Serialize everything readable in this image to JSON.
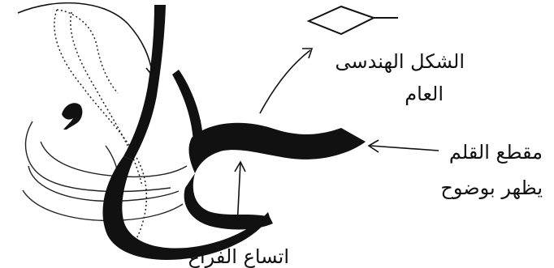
{
  "labels": {
    "geometric_shape_line1": "الشكل الهندسى",
    "geometric_shape_line2": "العام",
    "pen_cut_line1": "مقطع القلم",
    "pen_cut_line2": "يظهر بوضوح",
    "void_width": "اتساع الفراغ"
  },
  "colors": {
    "ink": "#111111",
    "paper": "#ffffff"
  },
  "icons": {
    "letter_shape": "calligraphy-haa-letter",
    "diamond": "diamond-shape",
    "arrows": "hand-drawn-arrow"
  }
}
